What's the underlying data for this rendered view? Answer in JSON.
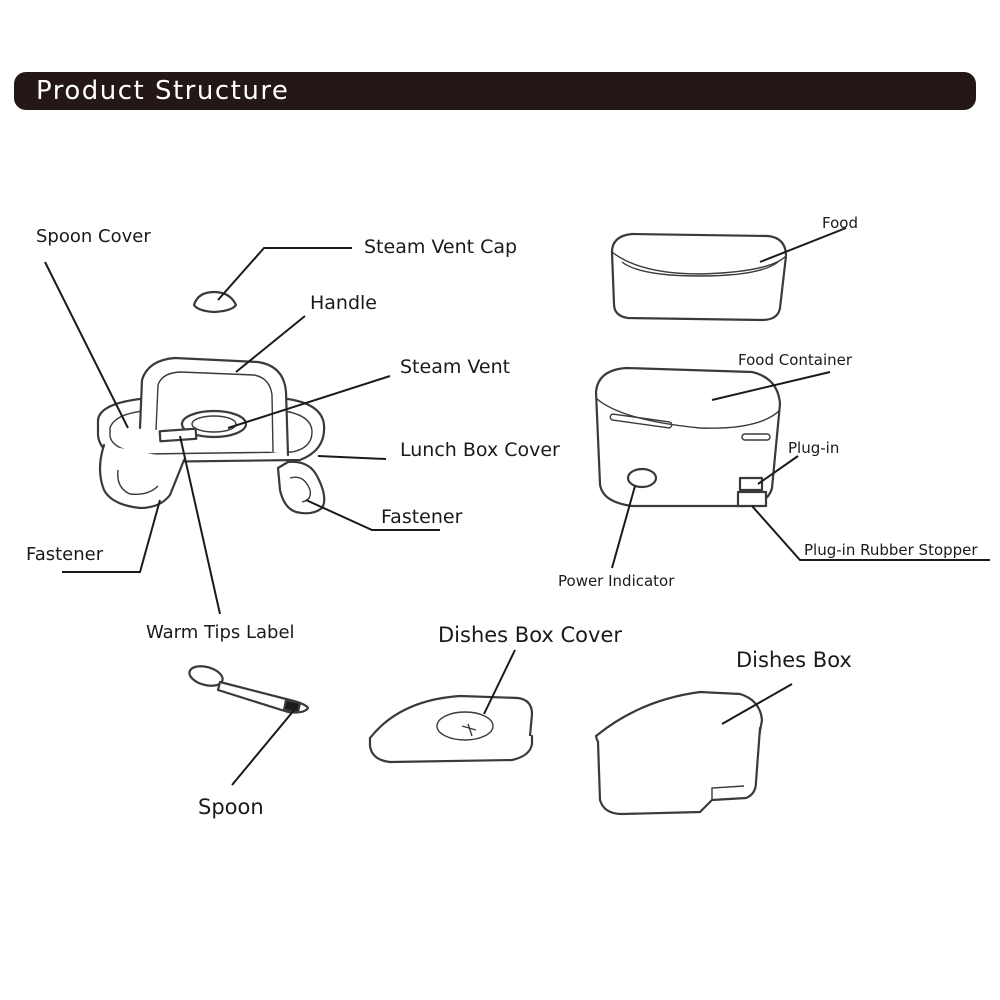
{
  "header": {
    "title": "Product Structure"
  },
  "labels": {
    "spoon_cover": "Spoon Cover",
    "steam_vent_cap": "Steam Vent Cap",
    "handle": "Handle",
    "steam_vent": "Steam Vent",
    "lunch_box_cover": "Lunch Box Cover",
    "fastener_right": "Fastener",
    "fastener_left": "Fastener",
    "warm_tips_label": "Warm Tips Label",
    "spoon": "Spoon",
    "food": "Food",
    "food_container": "Food Container",
    "plug_in": "Plug-in",
    "plug_in_rubber_stopper": "Plug-in Rubber Stopper",
    "power_indicator": "Power Indicator",
    "dishes_box_cover": "Dishes Box Cover",
    "dishes_box": "Dishes Box"
  },
  "colors": {
    "header_bg": "#231815",
    "header_text": "#ffffff",
    "line": "#1a1a1a"
  }
}
